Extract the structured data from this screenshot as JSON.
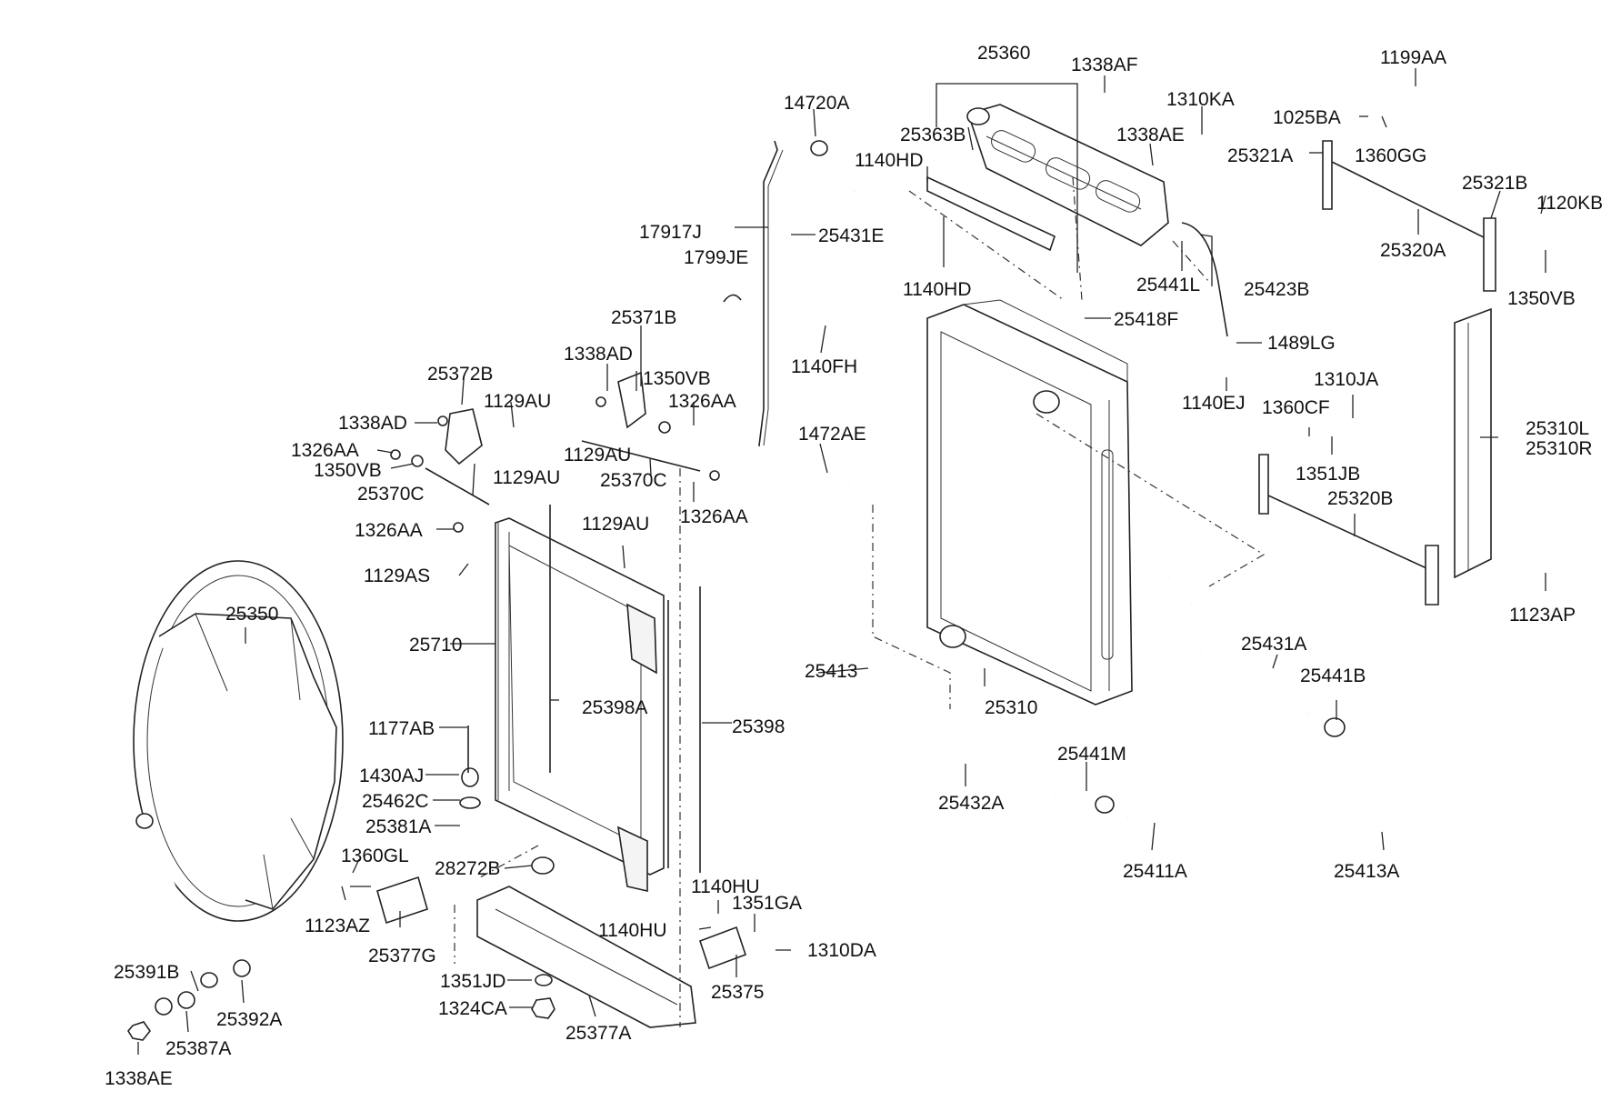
{
  "labels": {
    "p25360": "25360",
    "p1338AF": "1338AF",
    "p1199AA": "1199AA",
    "p14720A": "14720A",
    "p1310KA": "1310KA",
    "p25363B": "25363B",
    "p1338AE_top": "1338AE",
    "p1025BA": "1025BA",
    "p1360GG": "1360GG",
    "p25321A": "25321A",
    "p1140HD_top": "1140HD",
    "p25321B": "25321B",
    "p1120KB": "1120KB",
    "p17917J": "17917J",
    "p25431E": "25431E",
    "p25320A": "25320A",
    "p1799JE": "1799JE",
    "p25441L": "25441L",
    "p25423B": "25423B",
    "p1140HD_mid": "1140HD",
    "p1350VB_right": "1350VB",
    "p25418F": "25418F",
    "p25371B": "25371B",
    "p1489LG": "1489LG",
    "p1338AD_r": "1338AD",
    "p1140FH": "1140FH",
    "p1310JA": "1310JA",
    "p1350VB_mid": "1350VB",
    "p25372B": "25372B",
    "p1326AA_r1": "1326AA",
    "p1140EJ": "1140EJ",
    "p1360CF": "1360CF",
    "p1129AU_l1": "1129AU",
    "p1338AD_l": "1338AD",
    "p25310L": "25310L",
    "p1472AE": "1472AE",
    "p25310R": "25310R",
    "p1129AU_m": "1129AU",
    "p1326AA_l1": "1326AA",
    "p1351JB": "1351JB",
    "p1350VB_l": "1350VB",
    "p25370C_r": "25370C",
    "p25370C_l": "25370C",
    "p1129AU_l2": "1129AU",
    "p25320B": "25320B",
    "p1326AA_r2": "1326AA",
    "p1326AA_l2": "1326AA",
    "p1129AU_c": "1129AU",
    "p1129AS": "1129AS",
    "p1123AP": "1123AP",
    "p25350": "25350",
    "p25431A": "25431A",
    "p25710": "25710",
    "p25413": "25413",
    "p25441B": "25441B",
    "p25398A": "25398A",
    "p25310": "25310",
    "p25398": "25398",
    "p1177AB": "1177AB",
    "p25441M": "25441M",
    "p1430AJ": "1430AJ",
    "p25432A": "25432A",
    "p25462C": "25462C",
    "p25381A": "25381A",
    "p1360GL": "1360GL",
    "p28272B": "28272B",
    "p25411A": "25411A",
    "p25413A": "25413A",
    "p1140HU_t": "1140HU",
    "p1351GA": "1351GA",
    "p1123AZ": "1123AZ",
    "p1140HU_b": "1140HU",
    "p25377G": "25377G",
    "p1310DA": "1310DA",
    "p25391B": "25391B",
    "p1351JD": "1351JD",
    "p25375": "25375",
    "p25392A": "25392A",
    "p1324CA": "1324CA",
    "p25377A": "25377A",
    "p25387A": "25387A",
    "p1338AE_bot": "1338AE"
  }
}
